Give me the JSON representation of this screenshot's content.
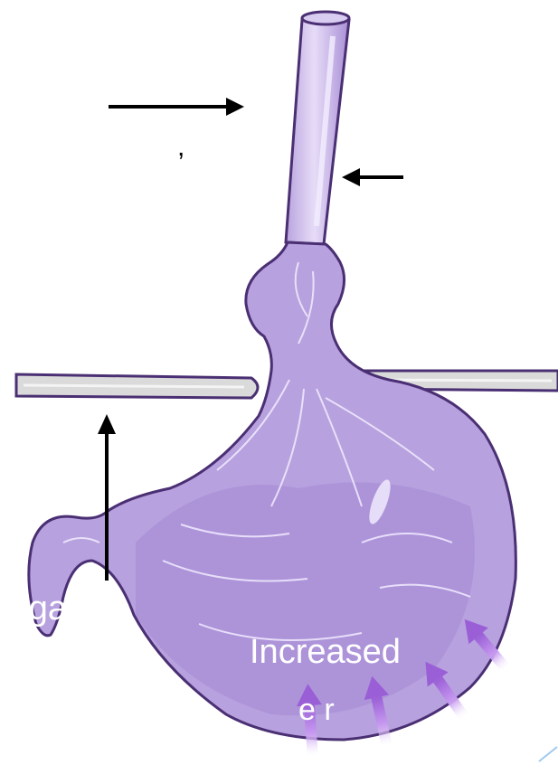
{
  "labels": {
    "gastric_partial": "d gastric",
    "increased_partial": "Increased",
    "lower_fragment": "e r",
    "comma": ","
  },
  "colors": {
    "organ_fill": "#b8a2de",
    "organ_dark": "#9b82cf",
    "organ_outline": "#4a2f73",
    "highlight": "#ece4fa",
    "diaphragm": "#d9d9d9",
    "arrow": "#000000",
    "pressure_arrow": "#a86bd9"
  }
}
